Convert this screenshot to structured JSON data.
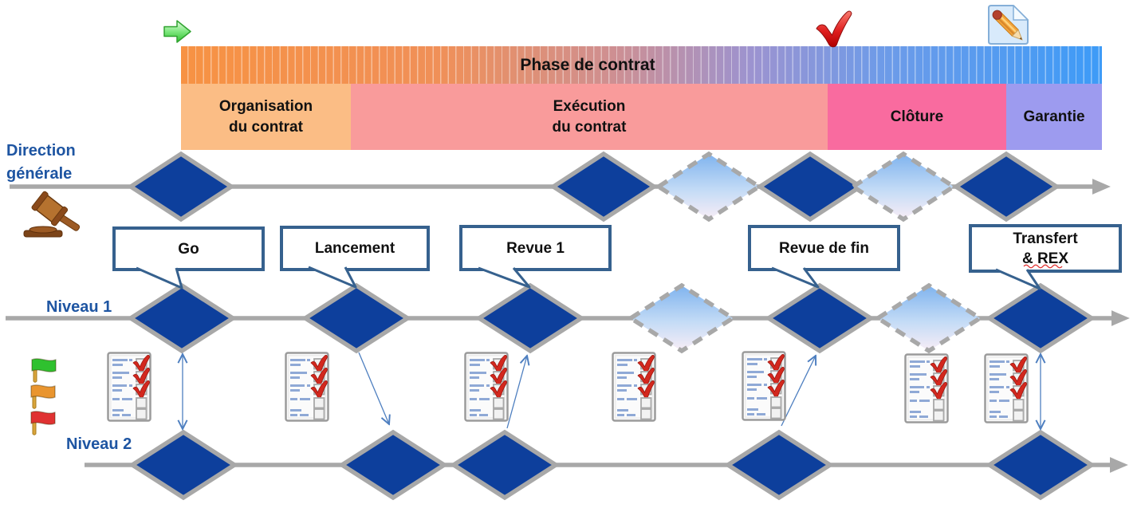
{
  "header": {
    "title": "Phase de contrat"
  },
  "phases": [
    {
      "id": "organisation",
      "label": "Organisation\ndu contrat",
      "color": "#FBBD85"
    },
    {
      "id": "execution",
      "label": "Exécution\ndu contrat",
      "color": "#F99B9B"
    },
    {
      "id": "cloture",
      "label": "Clôture",
      "color": "#F96B9F"
    },
    {
      "id": "garantie",
      "label": "Garantie",
      "color": "#9D9BEF"
    }
  ],
  "lanes": [
    {
      "id": "direction-generale",
      "label": "Direction\ngénérale"
    },
    {
      "id": "niveau-1",
      "label": "Niveau 1"
    },
    {
      "id": "niveau-2",
      "label": "Niveau 2"
    }
  ],
  "callouts": [
    {
      "label": "Go"
    },
    {
      "label": "Lancement"
    },
    {
      "label": "Revue 1"
    },
    {
      "label": "Revue de fin"
    },
    {
      "label": "Transfert\n& REX"
    }
  ],
  "milestones": {
    "direction_generale": [
      "solid",
      "solid",
      "dashed",
      "solid",
      "dashed",
      "solid"
    ],
    "niveau_1": [
      "solid",
      "solid",
      "solid",
      "dashed",
      "solid",
      "dashed",
      "solid"
    ],
    "niveau_2": [
      "solid",
      "solid",
      "solid",
      "solid",
      "solid"
    ]
  },
  "icons": {
    "top": [
      "go-arrow-icon",
      "checkmark-icon",
      "edit-note-icon"
    ],
    "left": [
      "gavel-icon",
      "flag-green-icon",
      "flag-orange-icon",
      "flag-red-icon"
    ],
    "repeated": "checklist-icon",
    "checklist_count": 7
  },
  "colors": {
    "banner_gradient_start": "#F79243",
    "banner_gradient_end": "#3D9BF7",
    "phase_organisation": "#FBBD85",
    "phase_execution": "#F99B9B",
    "phase_cloture": "#F96B9F",
    "phase_garantie": "#9D9BEF",
    "milestone_solid": "#0D3F9C",
    "timeline_gray": "#A8A8A8",
    "callout_border": "#36618E",
    "lane_label_blue": "#1E55A2",
    "connector_blue": "#4E7FC0",
    "check_red": "#D3281E"
  }
}
